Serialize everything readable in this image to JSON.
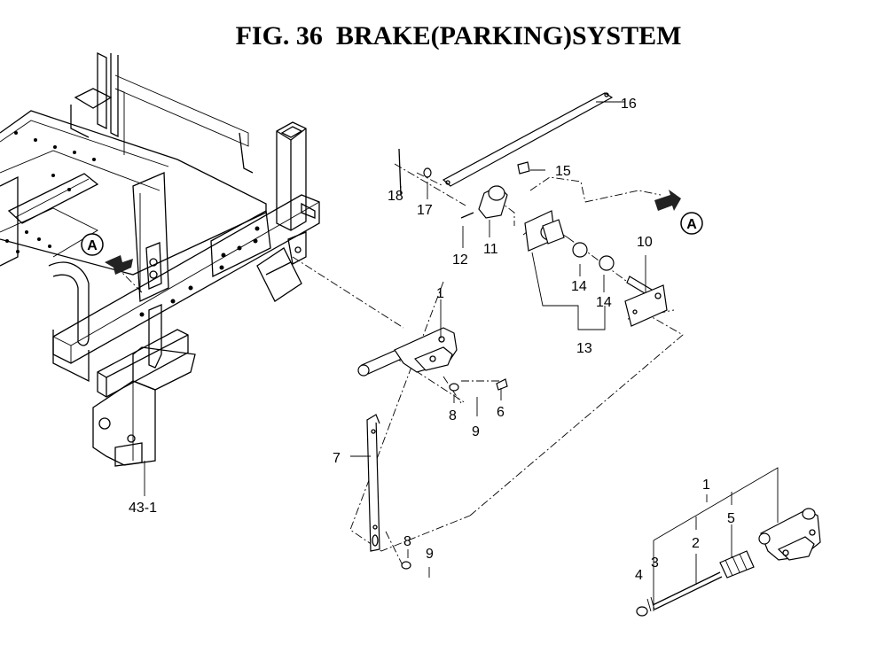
{
  "title": "FIG. 36  BRAKE(PARKING)SYSTEM",
  "callouts": {
    "p1_main": "1",
    "p1_detail": "1",
    "p2": "2",
    "p3": "3",
    "p4": "4",
    "p5": "5",
    "p6": "6",
    "p7": "7",
    "p8_upper": "8",
    "p8_lower": "8",
    "p9_upper": "9",
    "p9_lower": "9",
    "p10": "10",
    "p11": "11",
    "p12": "12",
    "p13": "13",
    "p14_left": "14",
    "p14_right": "14",
    "p15": "15",
    "p16": "16",
    "p17": "17",
    "p18": "18",
    "p43_1": "43-1"
  },
  "view_markers": {
    "left": "A",
    "right": "A"
  }
}
